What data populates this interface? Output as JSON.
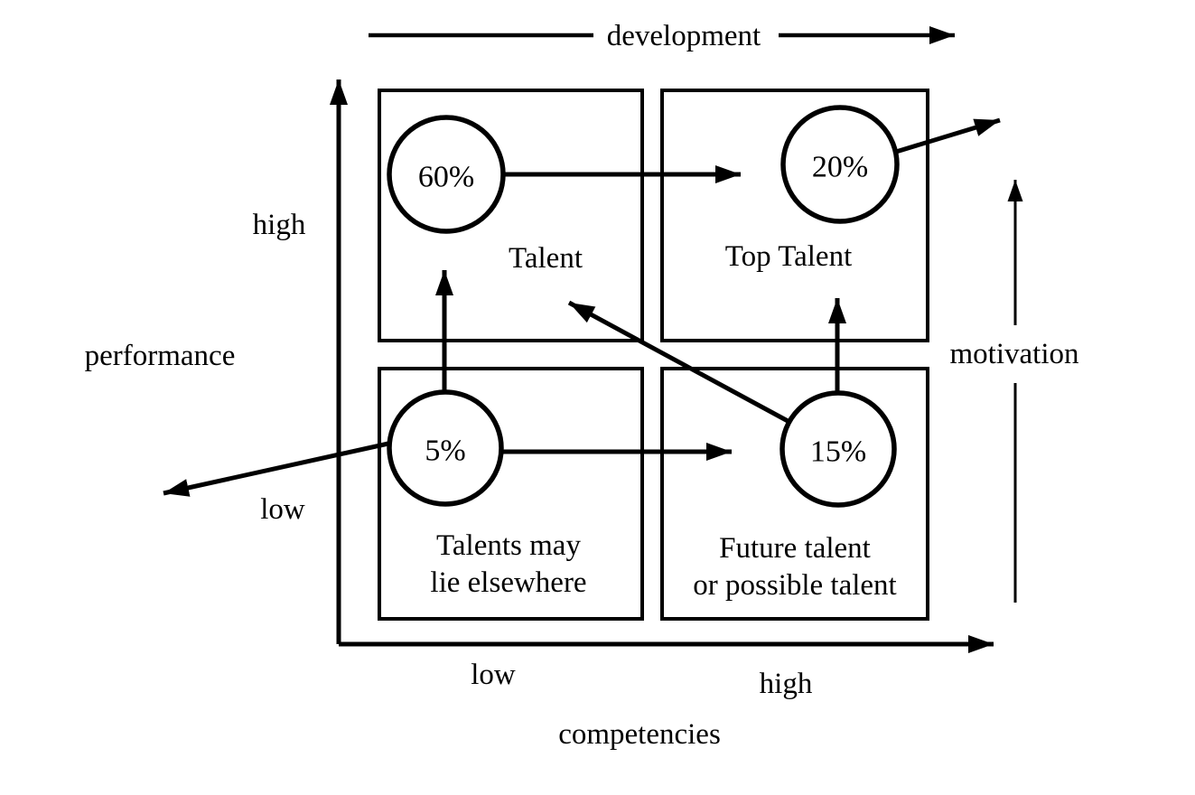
{
  "colors": {
    "ink": "#000000",
    "background": "#ffffff"
  },
  "top_axis": {
    "label": "development"
  },
  "left_axis": {
    "label": "performance",
    "high": "high",
    "low": "low"
  },
  "bottom_axis": {
    "label": "competencies",
    "low": "low",
    "high": "high"
  },
  "right_axis": {
    "label": "motivation"
  },
  "quadrants": {
    "talent": {
      "label": "Talent",
      "value": "60%"
    },
    "top_talent": {
      "label": "Top Talent",
      "value": "20%"
    },
    "talents_elsewhere": {
      "line1": "Talents may",
      "line2": "lie elsewhere",
      "value": "5%"
    },
    "future_talent": {
      "line1": "Future talent",
      "line2": "or possible talent",
      "value": "15%"
    }
  }
}
